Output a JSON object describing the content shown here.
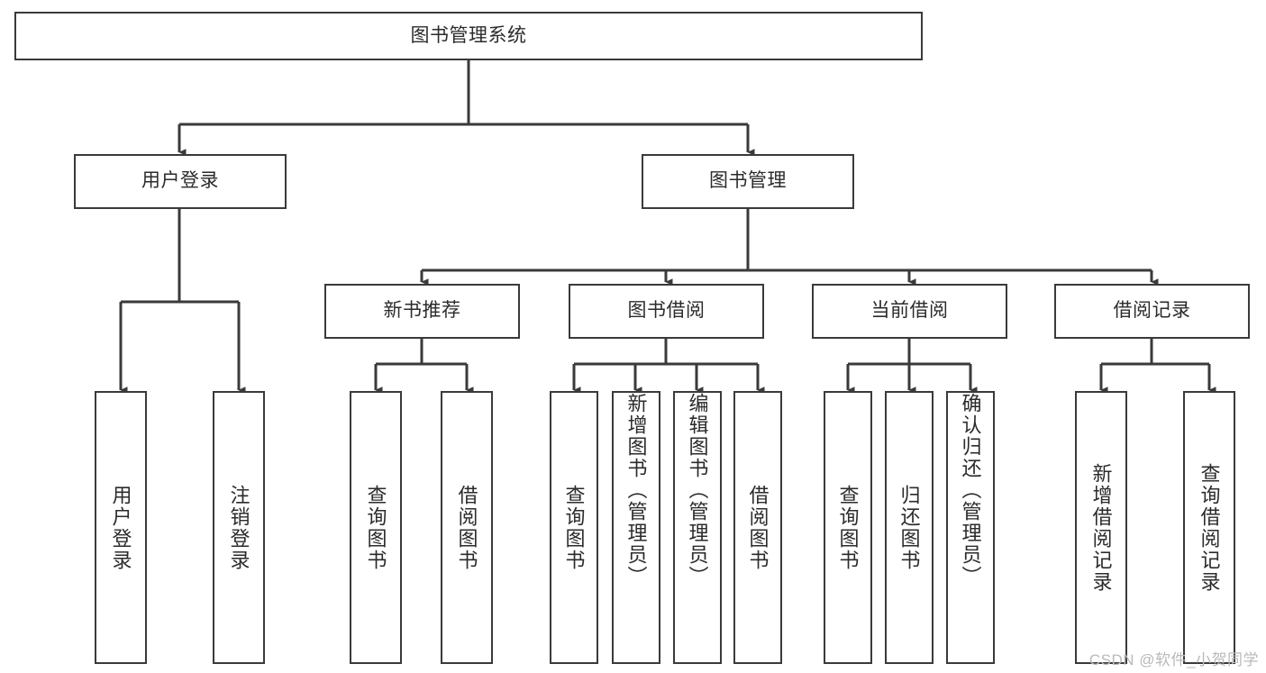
{
  "diagram": {
    "type": "tree",
    "title": "图书管理系统",
    "watermark": "CSDN @软件_小贺同学",
    "colors": {
      "background": "#ffffff",
      "border": "#3a3a3a",
      "text": "#2b2b2b",
      "edge": "#3a3a3a",
      "watermark": "#b9b9b9"
    },
    "nodes": {
      "root": "图书管理系统",
      "level2": [
        "用户登录",
        "图书管理"
      ],
      "level3": [
        "新书推荐",
        "图书借阅",
        "当前借阅",
        "借阅记录"
      ],
      "leaves": {
        "user_login": [
          "用户登录",
          "注销登录"
        ],
        "new_book": [
          "查询图书",
          "借阅图书"
        ],
        "book_borrow": [
          "查询图书",
          "新增图书（管理员）",
          "编辑图书（管理员）",
          "借阅图书"
        ],
        "current_borrow": [
          "查询图书",
          "归还图书",
          "确认归还（管理员）"
        ],
        "borrow_record": [
          "新增借阅记录",
          "查询借阅记录"
        ]
      }
    },
    "edges": [
      {
        "from": "图书管理系统",
        "to": "用户登录"
      },
      {
        "from": "图书管理系统",
        "to": "图书管理"
      },
      {
        "from": "用户登录",
        "to": "用户登录"
      },
      {
        "from": "用户登录",
        "to": "注销登录"
      },
      {
        "from": "图书管理",
        "to": "新书推荐"
      },
      {
        "from": "图书管理",
        "to": "图书借阅"
      },
      {
        "from": "图书管理",
        "to": "当前借阅"
      },
      {
        "from": "图书管理",
        "to": "借阅记录"
      },
      {
        "from": "新书推荐",
        "to": "查询图书"
      },
      {
        "from": "新书推荐",
        "to": "借阅图书"
      },
      {
        "from": "图书借阅",
        "to": "查询图书"
      },
      {
        "from": "图书借阅",
        "to": "新增图书（管理员）"
      },
      {
        "from": "图书借阅",
        "to": "编辑图书（管理员）"
      },
      {
        "from": "图书借阅",
        "to": "借阅图书"
      },
      {
        "from": "当前借阅",
        "to": "查询图书"
      },
      {
        "from": "当前借阅",
        "to": "归还图书"
      },
      {
        "from": "当前借阅",
        "to": "确认归还（管理员）"
      },
      {
        "from": "借阅记录",
        "to": "新增借阅记录"
      },
      {
        "from": "借阅记录",
        "to": "查询借阅记录"
      }
    ]
  }
}
